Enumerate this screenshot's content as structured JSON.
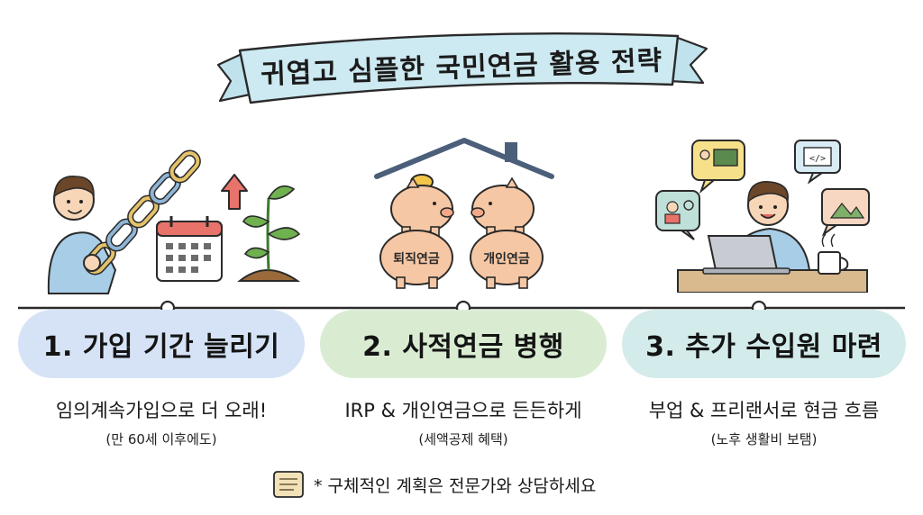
{
  "banner": {
    "title": "귀엽고 심플한 국민연금 활용 전략"
  },
  "steps": [
    {
      "title": "1. 가입 기간 늘리기",
      "description": "임의계속가입으로 더 오래!",
      "note": "(만 60세 이후에도)",
      "icons": [
        "person-icon",
        "chain-icon",
        "calendar-icon",
        "arrow-up-icon",
        "sprout-icon"
      ],
      "color": "#d6e3f6"
    },
    {
      "title": "2. 사적연금 병행",
      "description": "IRP & 개인연금으로 든든하게",
      "note": "(세액공제 혜택)",
      "piggy_labels": [
        "퇴직연금",
        "개인연금"
      ],
      "icons": [
        "house-roof-icon",
        "piggy-bank-icon",
        "coin-icon"
      ],
      "color": "#d9ecd2"
    },
    {
      "title": "3. 추가 수입원 마련",
      "description": "부업 & 프리랜서로 현금 흐름",
      "note": "(노후 생활비 보탬)",
      "icons": [
        "person-laptop-icon",
        "teaching-bubble-icon",
        "code-bubble-icon",
        "design-bubble-icon",
        "settings-bubble-icon",
        "coffee-mug-icon"
      ],
      "color": "#d3ebea"
    }
  ],
  "footer": {
    "text": "* 구체적인 계획은 전문가와 상담하세요",
    "icon": "scroll-icon"
  }
}
